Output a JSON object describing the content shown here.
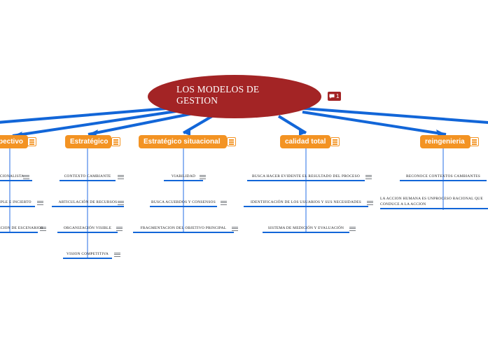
{
  "root": {
    "label": "LOS MODELOS DE\nGESTION",
    "color": "#A32425",
    "comment_icon": "comment-icon",
    "comment_count": "1"
  },
  "colors": {
    "branch": "#F39323",
    "edge": "#1266D8",
    "sub_underline": "#1266D8",
    "note_icon": "#777b80"
  },
  "branches": [
    {
      "label": "ospectivo",
      "clipped": true,
      "note_icon": "notes-icon",
      "children": [
        {
          "text": "RACIONALISTA",
          "note_icon": "notes-icon"
        },
        {
          "text": "MULTIPLE E INCIERTO",
          "note_icon": "notes-icon"
        },
        {
          "text": "CONSTRUCCION DE ESCENARIOS",
          "note_icon": "notes-icon"
        }
      ]
    },
    {
      "label": "Estratégico",
      "clipped": false,
      "note_icon": "notes-icon",
      "children": [
        {
          "text": "CONTEXTO CAMBIANTE",
          "note_icon": "notes-icon"
        },
        {
          "text": "ARTICULACIÓN DE RECURSOS",
          "note_icon": "notes-icon"
        },
        {
          "text": "ORGANIZACIÓN VISIBLE",
          "note_icon": "notes-icon"
        },
        {
          "text": "VISION COMPETITIVA",
          "note_icon": "notes-icon"
        }
      ]
    },
    {
      "label": "Estratégico situacional",
      "clipped": false,
      "note_icon": "notes-icon",
      "children": [
        {
          "text": "VIABILIDAD",
          "note_icon": "notes-icon"
        },
        {
          "text": "BUSCA ACUERDOS Y CONSENSOS",
          "note_icon": "notes-icon"
        },
        {
          "text": "FRAGMENTACION DEL OBJETIVO PRINCIPAL",
          "note_icon": "notes-icon"
        }
      ]
    },
    {
      "label": "calidad total",
      "clipped": false,
      "note_icon": "notes-icon",
      "children": [
        {
          "text": "BUSCA HACER EVIDENTE EL RESULTADO DEL PROCESO",
          "note_icon": "notes-icon"
        },
        {
          "text": "IDENTIFICACIÓN DE LOS USUARIOS Y SUS NECESIDADES",
          "note_icon": "notes-icon"
        },
        {
          "text": "SISTEMA DE MEDICIÓN Y EVALUACIÓN",
          "note_icon": "notes-icon"
        }
      ]
    },
    {
      "label": "reingenieria",
      "clipped": false,
      "note_icon": "notes-icon",
      "children": [
        {
          "text": "RECONOCE CONTEXTOS CAMBIANTES",
          "note_icon": "notes-icon"
        },
        {
          "text": "LA ACCION HUMANA ES UNPROCESO RACIONAL QUE CONDUCE A LA ACCION",
          "note_icon": "notes-icon"
        }
      ]
    }
  ]
}
